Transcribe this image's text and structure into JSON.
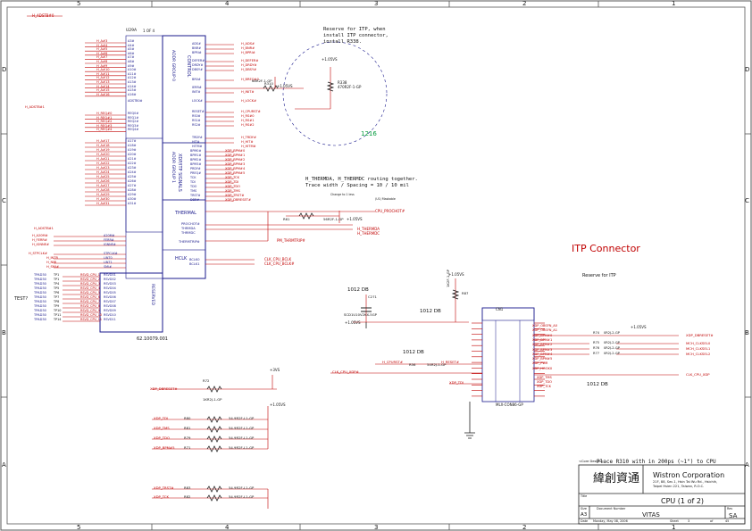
{
  "border": {
    "columns": [
      "5",
      "4",
      "3",
      "2",
      "1"
    ],
    "rows": [
      "D",
      "C",
      "B",
      "A"
    ]
  },
  "notes": {
    "itp_reserve": [
      "Reserve for ITP, when",
      "install ITP connector,",
      "install R338."
    ],
    "routing": [
      "H_THERMDA, H_THERMDC routing together.",
      "Trace width / Spacing = 10 / 10 mil"
    ],
    "place_r": "Place R310 with in 200ps (~1\") to CPU",
    "itp_heading": "ITP Connector",
    "reserve_itp": "Reserve for ITP",
    "cap_note": "1012 DB",
    "cap_note_itp": "1012 DB",
    "cap_note_lower": "1012 DB",
    "cap_note_conn": "1012 DB",
    "net_1216": "1216",
    "test_label": "TEST?",
    "dsp_note": [
      "Change to 1 less",
      "(U1) Maskable"
    ]
  },
  "cpu": {
    "ref": "U29A",
    "page": "1 OF 4",
    "part": "62.10079.001",
    "sections": [
      "CONTROL",
      "ADDR GROUP 0",
      "ADDR GROUP 1",
      "XDP/ITP SIGNALS",
      "THERMAL",
      "HCLK",
      "RESERVED"
    ],
    "left_nets": [
      "H_A#3",
      "H_A#4",
      "H_A#5",
      "H_A#6",
      "H_A#7",
      "H_A#8",
      "H_A#9",
      "H_A#10",
      "H_A#11",
      "H_A#12",
      "H_A#13",
      "H_A#14",
      "H_A#15",
      "H_A#16"
    ],
    "left_pins": [
      "A3#",
      "A4#",
      "A5#",
      "A6#",
      "A7#",
      "A8#",
      "A9#",
      "A10#",
      "A11#",
      "A12#",
      "A13#",
      "A14#",
      "A15#",
      "A16#"
    ],
    "mid_nets": [
      "H_REQ#0",
      "H_REQ#1",
      "H_REQ#2",
      "H_REQ#3",
      "H_REQ#4"
    ],
    "mid_pins": [
      "REQ0#",
      "REQ1#",
      "REQ2#",
      "REQ3#",
      "REQ4#"
    ],
    "addr1_nets": [
      "H_A#17",
      "H_A#18",
      "H_A#19",
      "H_A#20",
      "H_A#21",
      "H_A#22",
      "H_A#23",
      "H_A#24",
      "H_A#25",
      "H_A#26",
      "H_A#27",
      "H_A#28",
      "H_A#29",
      "H_A#30",
      "H_A#31"
    ],
    "addr1_pins": [
      "A17#",
      "A18#",
      "A19#",
      "A20#",
      "A21#",
      "A22#",
      "A23#",
      "A24#",
      "A25#",
      "A26#",
      "A27#",
      "A28#",
      "A29#",
      "A30#",
      "A31#"
    ],
    "right_ctrl_pins": [
      "ADS#",
      "BNR#",
      "BPRI#",
      "DEFER#",
      "DRDY#",
      "DBSY#",
      "BR0#",
      "IERR#",
      "INIT#",
      "LOCK#",
      "RESET#",
      "RS0#",
      "RS1#",
      "RS2#",
      "TRDY#",
      "HIT#",
      "HITM#"
    ],
    "right_ctrl_nets": [
      "H_ADS#",
      "H_BNR#",
      "H_BPRI#",
      "H_DEFER#",
      "H_DRDY#",
      "H_DBSY#",
      "H_BREQ#0",
      "",
      "H_INIT#",
      "H_LOCK#",
      "H_CPURST#",
      "H_RS#0",
      "H_RS#1",
      "H_RS#2",
      "H_TRDY#",
      "H_HIT#",
      "H_HITM#"
    ],
    "xdp_pins": [
      "BPM0#",
      "BPM1#",
      "BPM2#",
      "BPM3#",
      "PRDY#",
      "PREQ#",
      "TCK",
      "TDI",
      "TDO",
      "TMS",
      "TRST#",
      "DBR#"
    ],
    "xdp_nets": [
      "XDP_BPM#0",
      "XDP_BPM#1",
      "XDP_BPM#2",
      "XDP_BPM#3",
      "XDP_BPM#4",
      "XDP_BPM#5",
      "XDP_TCK",
      "XDP_TDI",
      "XDP_TDO",
      "XDP_TMS",
      "XDP_TRST#",
      "XDP_DBRESET#"
    ],
    "therm_pins": [
      "PROCHOT#",
      "THRMDA",
      "THRMDC",
      "THERMTRIP#"
    ],
    "hclk_pins": [
      "BCLK0",
      "BCLK1"
    ],
    "hclk_nets": [
      "CLK_CPU_BCLK",
      "CLK_CPU_BCLK#"
    ],
    "misc_left": [
      {
        "net": "H_ADSTB#0",
        "pin": "ADSTB0#"
      },
      {
        "net": "H_ADSTB#1",
        "pin": "ADSTB1#"
      },
      {
        "net": "H_A20M#",
        "pin": "A20M#"
      },
      {
        "net": "H_FERR#",
        "pin": "FERR#"
      },
      {
        "net": "H_IGNNE#",
        "pin": "IGNNE#"
      },
      {
        "net": "H_STPCLK#",
        "pin": "STPCLK#"
      },
      {
        "net": "H_INTR",
        "pin": "LINT0"
      },
      {
        "net": "H_NMI",
        "pin": "LINT1"
      },
      {
        "net": "H_SMI#",
        "pin": "SMI#"
      }
    ],
    "rsvd_tps": [
      "TPAD30",
      "TPAD30",
      "TPAD30",
      "TPAD30",
      "TPAD30",
      "TPAD30",
      "TPAD30",
      "TPAD30",
      "TPAD30",
      "TPAD30",
      "TPAD30"
    ],
    "rsvd_tp_ids": [
      "TP1",
      "TP1",
      "TP4",
      "TP5",
      "TP6",
      "TP7",
      "TP8",
      "TP9",
      "TP10",
      "TP11",
      "TP14"
    ],
    "rsvd_pins": [
      "RSVD01",
      "RSVD02",
      "RSVD03",
      "RSVD04",
      "RSVD05",
      "RSVD06",
      "RSVD07",
      "RSVD08",
      "RSVD09",
      "RSVD10",
      "RSVD11"
    ],
    "rsvd_nets": [
      "RSVD_CPU_1",
      "RSVD_CPU_2",
      "RSVD_CPU_3",
      "RSVD_CPU_4",
      "RSVD_CPU_5",
      "RSVD_CPU_6",
      "RSVD_CPU_7",
      "RSVD_CPU_8",
      "RSVD_CPU_9",
      "RSVD_CPU_10",
      "RSVD_CPU_11"
    ]
  },
  "thermal_nets": [
    "CPU_PROCHOT#",
    "H_THERMDA",
    "H_THERMDC",
    "PM_THRMTRIP#"
  ],
  "power": {
    "v105": "+1.05VS",
    "v3": "+3VS"
  },
  "resistors": {
    "r338": {
      "ref": "R338",
      "val": "470R2F-1-GP"
    },
    "r310": {
      "ref": "R310",
      "val": "68R2F-1-GP"
    },
    "r87": {
      "ref": "R87",
      "val": "1K2F-1-GP"
    },
    "r61": {
      "ref": "R61",
      "val": "56R2F-1-GP"
    },
    "r72": {
      "ref": "R72",
      "val": "1KR2J-1-GP"
    },
    "r56": {
      "ref": "R56",
      "val": "54R2J-1-GP"
    }
  },
  "caps": {
    "c271": {
      "ref": "C271",
      "val": "SCD1U10V2KX-5GP"
    }
  },
  "xdp_lower": [
    {
      "net": "XDP_TDI",
      "ref": "R80",
      "val": "54.9R2F-L1-GP"
    },
    {
      "net": "XDP_TMS",
      "ref": "R81",
      "val": "54.9R2F-L1-GP"
    },
    {
      "net": "XDP_TDO",
      "ref": "R79",
      "val": "54.9R2F-L1-GP"
    },
    {
      "net": "XDP_BPM#5",
      "ref": "R71",
      "val": "54.9R2F-L1-GP"
    }
  ],
  "xdp_lower2": [
    {
      "net": "XDP_TRST#",
      "ref": "R83",
      "val": "54.9R2F-L1-GP"
    },
    {
      "net": "XDP_TCK",
      "ref": "R82",
      "val": "54.9R2F-L1-GP"
    }
  ],
  "itp": {
    "ref": "CN1",
    "part": "MLX-CON86-GP",
    "nets_left": [
      "XDP_OBSFN_A0",
      "XDP_OBSFN_A1",
      "XDP_BPM#0",
      "XDP_BPM#1",
      "XDP_BPM#2",
      "XDP_BPM#3",
      "XDP_BPM#4",
      "XDP_BPM#5",
      "XDP_PWR",
      "XDP_HOOK0"
    ],
    "nets_right": [
      "XDP_DBRESET#",
      "MCH_CLKSEL0",
      "MCH_CLKSEL1",
      "MCH_CLKSEL2",
      "CLK_CPU_XDP"
    ],
    "net_cpurst": "H_CPURST#",
    "net_cpurst_r": "H_RESET#",
    "net_clk": "CLK_CPU_XDP#",
    "net_tdi": "XDP_TDI",
    "resistor_vals": [
      "0R2J-2-GP",
      "0R2J-2-GP",
      "0R2J-2-GP",
      "0R2J-2-GP"
    ],
    "res_refs": [
      "R74",
      "R75",
      "R76",
      "R77"
    ],
    "bottom_refs": [
      "XDP_TMS",
      "XDP_TDO",
      "XDP_TCK"
    ]
  },
  "title_block": {
    "company": "Wistron Corporation",
    "address": [
      "21F, 88, Sec.1, Hsin Tai Wu Rd., Hsichih,",
      "Taipei Hsien 221, Taiwan, R.O.C."
    ],
    "chinese": "緯創資通",
    "core_design": "<Core Design>",
    "title_label": "Title",
    "title": "CPU (1 of 2)",
    "size_label": "Size",
    "size": "A3",
    "doc_label": "Document Number",
    "doc": "VITAS",
    "rev_label": "Rev",
    "rev": "SA",
    "date_label": "Date",
    "date": "Monday, May 08, 2006",
    "sheet_label": "Sheet",
    "sheet": "3",
    "of_label": "of",
    "of": "45"
  }
}
